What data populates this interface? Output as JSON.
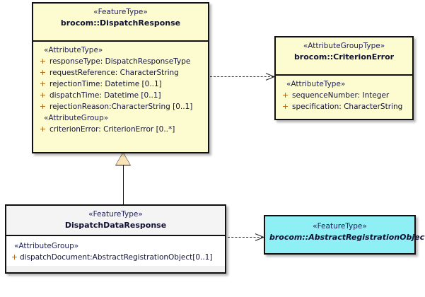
{
  "diagram": {
    "title": "UML class diagram",
    "background": "#ffffff",
    "colors": {
      "feature_type_fill": "#fcfcd0",
      "abstract_fill": "#8ef0f5",
      "neutral_fill": "#f4f4f4",
      "generalization_fill": "#fbe3b8",
      "line": "#101010",
      "stereotype_text": "#23235b",
      "visibility_marker": "#b06000"
    }
  },
  "classes": [
    {
      "id": "dispatch-response",
      "stereotype": "«FeatureType»",
      "name": "brocom::DispatchResponse",
      "fill": "#fcfcd0",
      "compartments": [
        {
          "group": "«AttributeType»",
          "attributes": [
            {
              "visibility": "+",
              "text": "responseType: DispatchResponseType"
            },
            {
              "visibility": "+",
              "text": "requestReference: CharacterString"
            },
            {
              "visibility": "+",
              "text": "rejectionTime: Datetime [0..1]"
            },
            {
              "visibility": "+",
              "text": "dispatchTime: Datetime [0..1]"
            },
            {
              "visibility": "+",
              "text": "rejectionReason:CharacterString [0..1]"
            }
          ]
        },
        {
          "group": "«AttributeGroup»",
          "attributes": [
            {
              "visibility": "+",
              "text": "criterionError: CriterionError [0..*]"
            }
          ]
        }
      ]
    },
    {
      "id": "criterion-error",
      "stereotype": "«AttributeGroupType»",
      "name": "brocom::CriterionError",
      "fill": "#fcfcd0",
      "compartments": [
        {
          "group": "«AttributeType»",
          "attributes": [
            {
              "visibility": "+",
              "text": "sequenceNumber: Integer"
            },
            {
              "visibility": "+",
              "text": "specification: CharacterString"
            }
          ]
        }
      ]
    },
    {
      "id": "dispatch-data-response",
      "stereotype": "«FeatureType»",
      "name": "DispatchDataResponse",
      "fill": "#f4f4f4",
      "compartments": [
        {
          "group": "«AttributeGroup»",
          "attributes": [
            {
              "visibility": "+",
              "text": "dispatchDocument:AbstractRegistrationObject[0..1]"
            }
          ]
        }
      ]
    },
    {
      "id": "abstract-registration-object",
      "stereotype": "«FeatureType»",
      "name": "brocom::AbstractRegistrationObject",
      "fill": "#8ef0f5",
      "italic": true,
      "compartments": []
    }
  ],
  "relationships": [
    {
      "id": "dep-dispatchresponse-criterionerror",
      "type": "dependency",
      "style": "dashed-open-arrow",
      "source": "dispatch-response",
      "target": "criterion-error",
      "label": ""
    },
    {
      "id": "gen-dispatchdataresponse-dispatchresponse",
      "type": "generalization",
      "style": "solid-hollow-triangle",
      "source": "dispatch-data-response",
      "target": "dispatch-response",
      "label": ""
    },
    {
      "id": "dep-dispatchdataresponse-abstractregistrationobject",
      "type": "dependency",
      "style": "dashed-open-arrow",
      "source": "dispatch-data-response",
      "target": "abstract-registration-object",
      "label": ""
    }
  ]
}
